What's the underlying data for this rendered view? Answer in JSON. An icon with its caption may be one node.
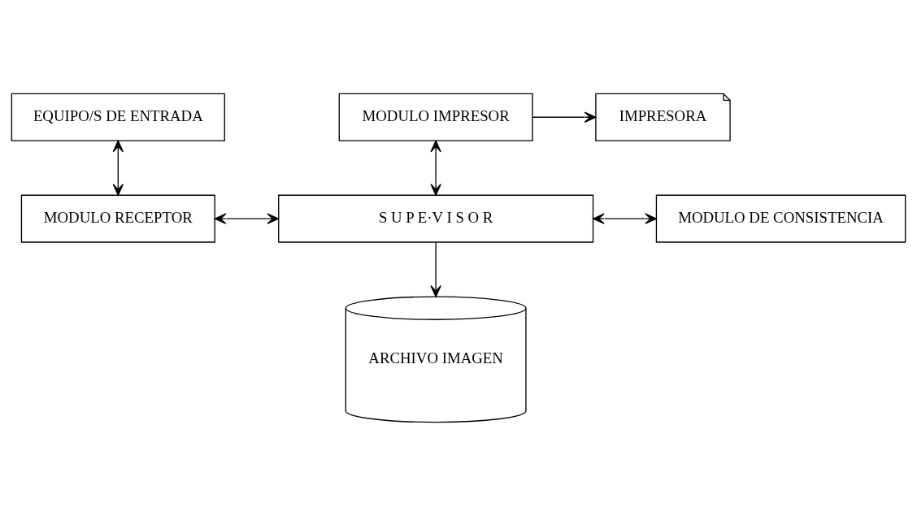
{
  "diagram": {
    "nodes": [
      {
        "text": [
          "EQUIPO/S DE ENTRADA"
        ]
      },
      {
        "text": [
          "MODULO IMPRESOR"
        ]
      },
      {
        "text": [
          "IMPRESORA"
        ]
      },
      {
        "text": [
          "MODULO RECEPTOR"
        ]
      },
      {
        "text": [
          "S U P E·V I S O R"
        ]
      },
      {
        "text": [
          "MODULO DE CONSISTENCIA"
        ]
      },
      {
        "text": [
          "ARCHIVO IMAGEN"
        ]
      }
    ],
    "edges": [
      {
        "from": 0,
        "to": 3,
        "arrow": "both"
      },
      {
        "from": 1,
        "to": 2,
        "arrow": "to"
      },
      {
        "from": 1,
        "to": 4,
        "arrow": "both"
      },
      {
        "from": 3,
        "to": 4,
        "arrow": "both"
      },
      {
        "from": 4,
        "to": 5,
        "arrow": "both"
      },
      {
        "from": 4,
        "to": 6,
        "arrow": "to"
      }
    ]
  }
}
